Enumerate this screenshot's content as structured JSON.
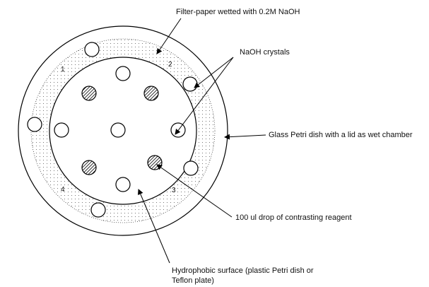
{
  "colors": {
    "stroke": "#000000",
    "background": "#ffffff",
    "dots": "#555555"
  },
  "labels": {
    "filter_paper": "Filter-paper wetted with 0.2M NaOH",
    "naoh_crystals": "NaOH crystals",
    "glass_dish": "Glass Petri dish with a lid as wet chamber",
    "drop": "100 ul drop of contrasting reagent",
    "hydrophobic_line1": "Hydrophobic surface (plastic Petri dish or",
    "hydrophobic_line2": "Teflon plate)"
  },
  "quadrants": [
    "1",
    "2",
    "3",
    "4"
  ],
  "icons": {
    "open_circle": "empty-circle-icon",
    "hatched_circle": "hatched-circle-icon",
    "arrow": "arrowhead-icon"
  }
}
